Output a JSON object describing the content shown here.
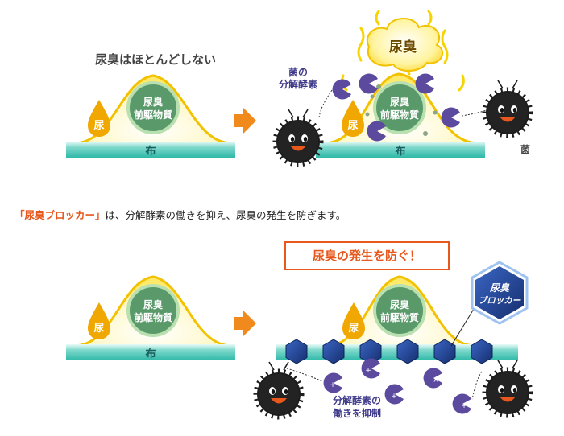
{
  "panel1": {
    "title": "尿臭はほとんどしない",
    "urine_drop": "尿",
    "precursor": [
      "尿臭",
      "前駆物質"
    ],
    "cloth": "布"
  },
  "panel2": {
    "odor_cloud": "尿臭",
    "enzyme_label": [
      "菌の",
      "分解酵素"
    ],
    "urine_drop": "尿",
    "precursor": [
      "尿臭",
      "前駆物質"
    ],
    "cloth": "布",
    "bacteria_label": "菌"
  },
  "caption": {
    "highlight": "「尿臭ブロッカー」",
    "rest": "は、分解酵素の働きを抑え、尿臭の発生を防ぎます。"
  },
  "panel3": {
    "urine_drop": "尿",
    "precursor": [
      "尿臭",
      "前駆物質"
    ],
    "cloth": "布"
  },
  "panel4": {
    "banner": "尿臭の発生を防ぐ！",
    "urine_drop": "尿",
    "precursor": [
      "尿臭",
      "前駆物質"
    ],
    "blocker_badge": [
      "尿臭",
      "ブロッカー"
    ],
    "inhibit_label": [
      "分解酵素の",
      "働きを抑制"
    ]
  },
  "colors": {
    "cloth": "#2fb8a8",
    "hump_stroke": "#f2c200",
    "precursor_fill": "#5a9a6a",
    "drop": "#f0a800",
    "enzyme": "#5b4a9e",
    "arrow": "#f08a1c",
    "hexagon": "#1e3f8c",
    "accent": "#e8571c"
  }
}
